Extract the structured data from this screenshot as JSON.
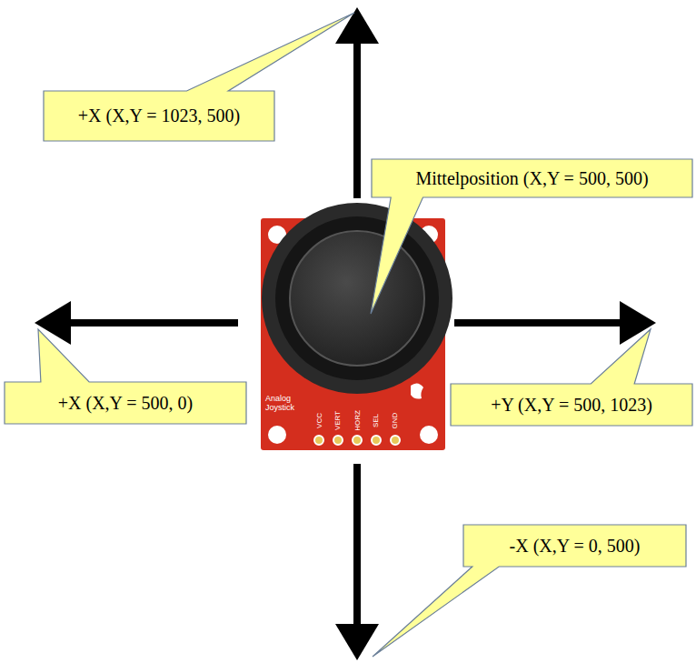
{
  "diagram": {
    "nodes": [
      {
        "text": [
          "+X (X,Y = 1023, 500)"
        ]
      },
      {
        "text": [
          "Mittelposition (X,Y = 500, 500)"
        ]
      },
      {
        "text": [
          "+X (X,Y = 500, 0)"
        ]
      },
      {
        "text": [
          "+Y (X,Y = 500, 1023)"
        ]
      },
      {
        "text": [
          "-X (X,Y = 0, 500)"
        ]
      }
    ],
    "labels": [
      "Analog Joystick",
      "VCC",
      "VERT",
      "HORZ",
      "SEL",
      "GND"
    ]
  }
}
